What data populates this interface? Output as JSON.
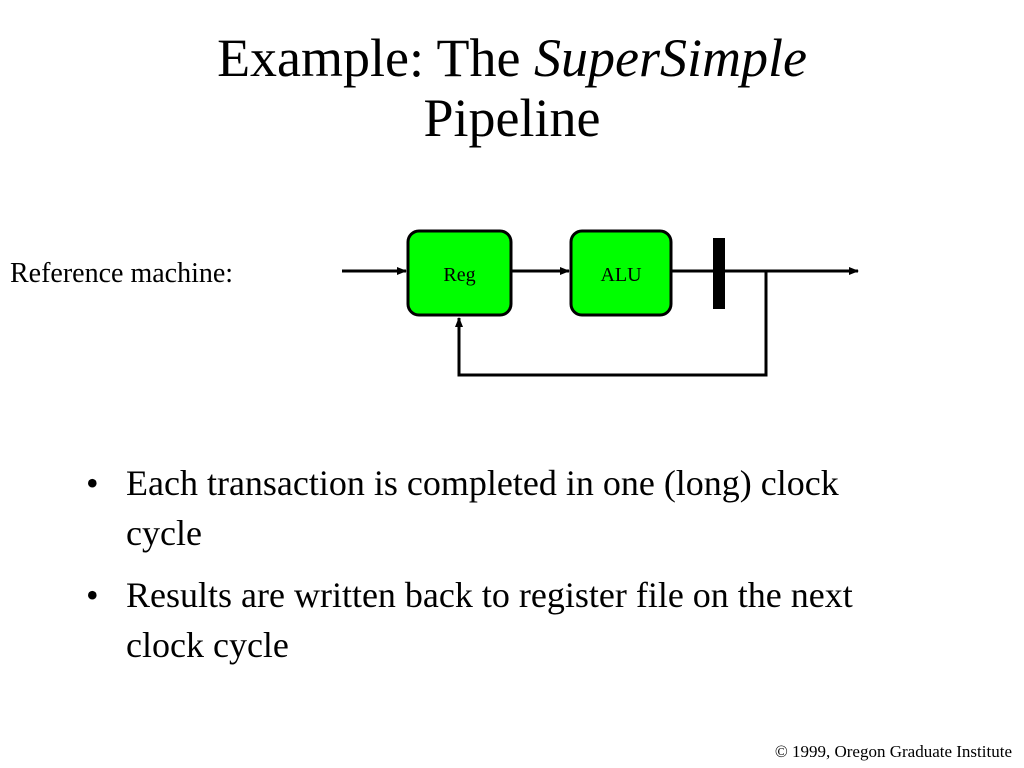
{
  "slide": {
    "title_pre": "Example: The ",
    "title_italic": "SuperSimple",
    "title_post": "Pipeline"
  },
  "diagram": {
    "reference_label": "Reference machine:",
    "boxes": [
      {
        "label": "Reg"
      },
      {
        "label": "ALU"
      }
    ],
    "box_fill": "#00ff00",
    "stroke": "#000000"
  },
  "bullets": [
    {
      "marker": "•",
      "text": "Each transaction is completed in one (long) clock cycle"
    },
    {
      "marker": "•",
      "text": "Results are written back to register file on the next clock cycle"
    }
  ],
  "footer": "© 1999, Oregon Graduate Institute"
}
